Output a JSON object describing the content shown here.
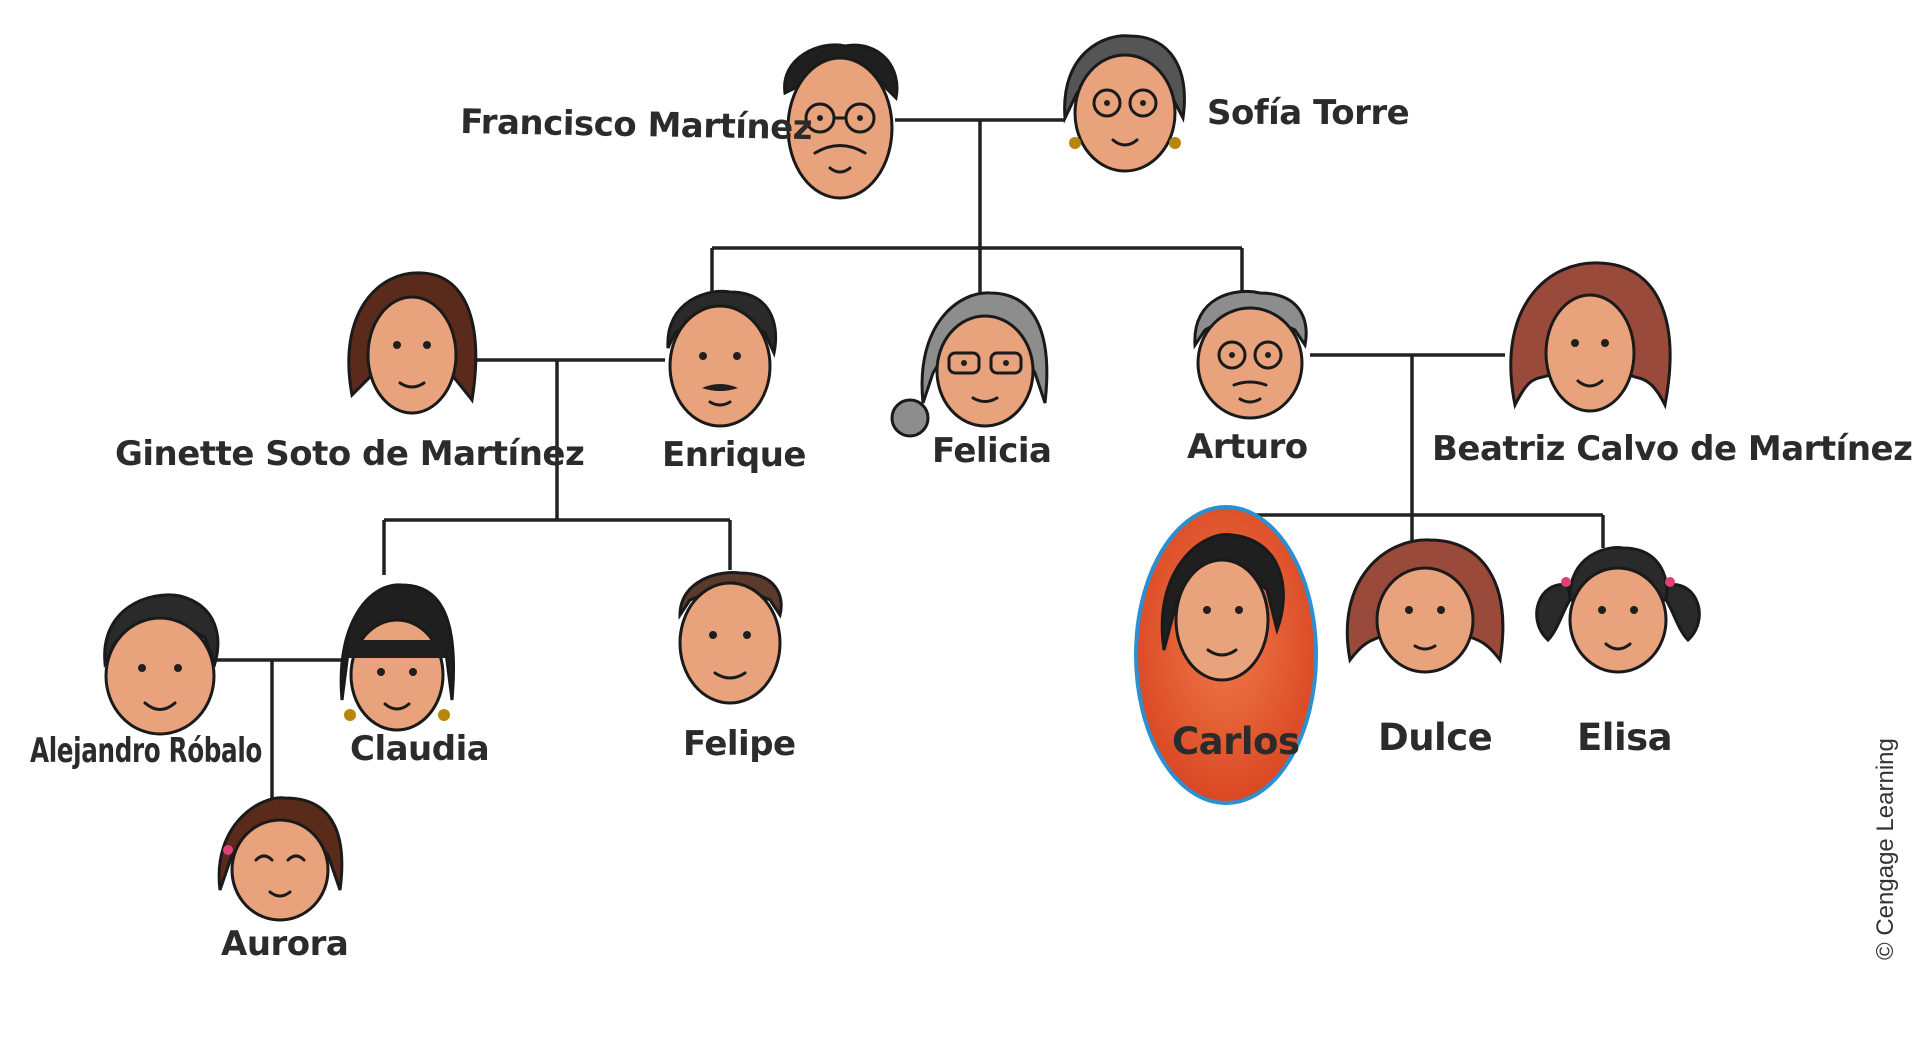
{
  "people": {
    "francisco": "Francisco Martínez",
    "sofia": "Sofía Torre",
    "ginette": "Ginette Soto de Martínez",
    "enrique": "Enrique",
    "felicia": "Felicia",
    "arturo": "Arturo",
    "beatriz": "Beatriz Calvo de Martínez",
    "alejandro": "Alejandro Róbalo",
    "claudia": "Claudia",
    "felipe": "Felipe",
    "carlos": "Carlos",
    "dulce": "Dulce",
    "elisa": "Elisa",
    "aurora": "Aurora"
  },
  "credit": "© Cengage Learning",
  "highlight_person": "Carlos",
  "colors": {
    "skin": "#e8a27c",
    "highlight_fill": "#e0552c",
    "highlight_ring": "#2b8fd0",
    "line": "#222222"
  }
}
